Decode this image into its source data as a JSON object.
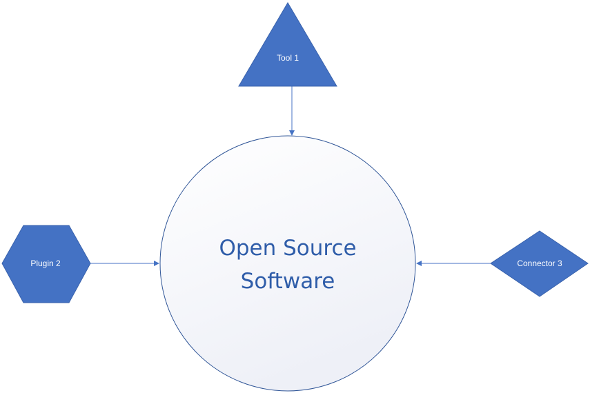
{
  "colors": {
    "shape_fill": "#4472c4",
    "shape_stroke": "#3a63ad",
    "connector": "#4472c4",
    "center_fill_top": "#ffffff",
    "center_fill_bottom": "#eef0f7",
    "center_stroke": "#2f5597",
    "center_text": "#2f5da9"
  },
  "nodes": {
    "tool": {
      "label": "Tool 1",
      "shape": "triangle"
    },
    "plugin": {
      "label": "Plugin 2",
      "shape": "hexagon"
    },
    "connector": {
      "label": "Connector 3",
      "shape": "diamond"
    },
    "center": {
      "line1": "Open Source",
      "line2": "Software",
      "shape": "circle"
    }
  }
}
